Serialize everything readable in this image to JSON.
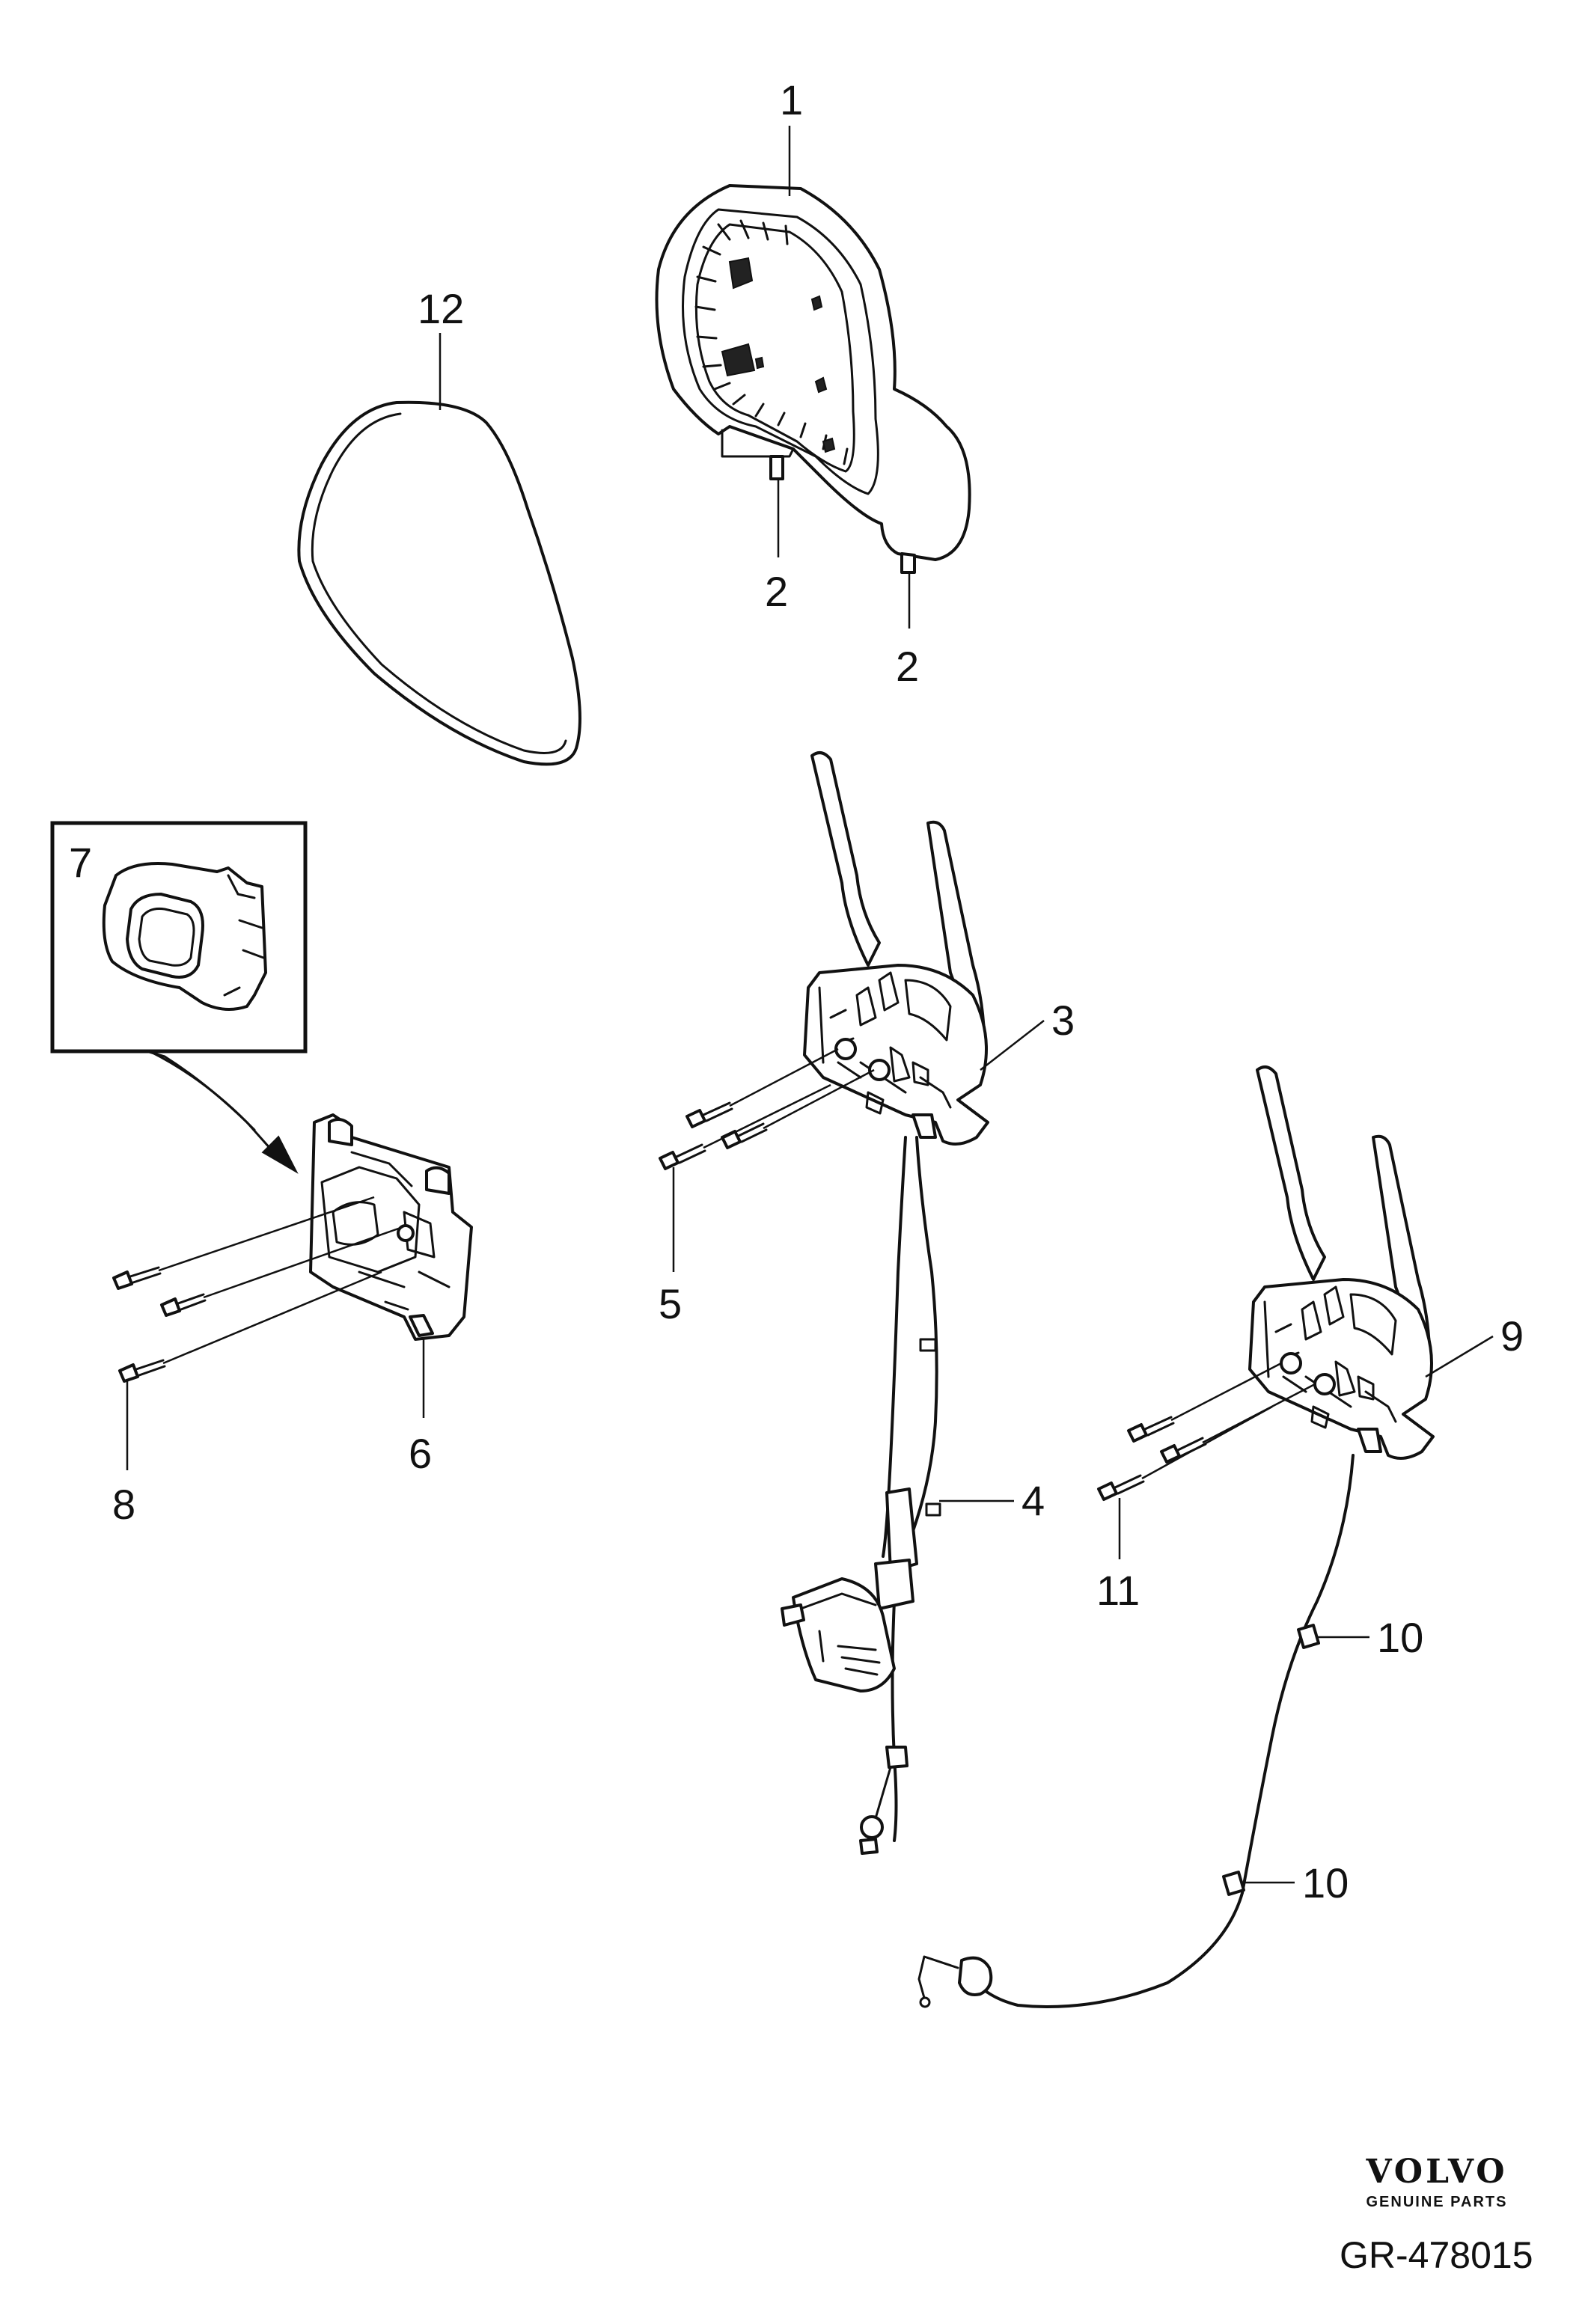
{
  "callouts": {
    "c1": "1",
    "c2a": "2",
    "c2b": "2",
    "c3": "3",
    "c4": "4",
    "c5": "5",
    "c6": "6",
    "c7": "7",
    "c8": "8",
    "c9": "9",
    "c10a": "10",
    "c10b": "10",
    "c11": "11",
    "c12": "12"
  },
  "footer": {
    "brand": "VOLVO",
    "brand_sub": "GENUINE PARTS",
    "drawing_number": "GR-478015"
  }
}
